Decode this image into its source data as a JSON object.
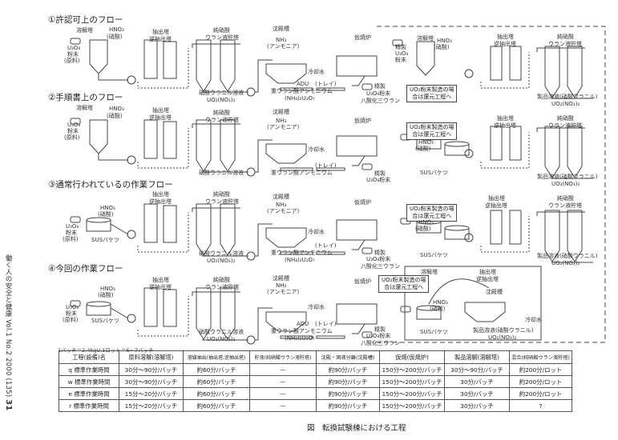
{
  "sections": [
    {
      "id": "1",
      "title": "①許認可上のフロー"
    },
    {
      "id": "2",
      "title": "②手順書上のフロー"
    },
    {
      "id": "3",
      "title": "③通常行われているの作業フロー"
    },
    {
      "id": "4",
      "title": "④今回の作業フロー"
    }
  ],
  "labels": {
    "dissolution_tank": "溶解塔",
    "hno3": "HNO₃",
    "nitric_acid": "(硝酸)",
    "u3o8": "U₃O₈",
    "powder": "粉末",
    "raw_material": "(原料)",
    "extraction_tower_1": "抽出塔",
    "extraction_tower_2": "逆抽出塔",
    "pure_storage_1": "純硝酸",
    "pure_storage_2": "ウラン液貯塔",
    "uranyl_solution": "硝酸ウラニル溶液",
    "uo2no3": "UO₂(NO₃)₂",
    "precip_tank": "沈殿槽",
    "nh3": "NH₃",
    "ammonia": "(アンモニア)",
    "cooling_water": "冷却水",
    "adu": "ADU",
    "tray": "(トレイ)",
    "adu_name": "重ウラン酸アンモニウム",
    "adu_formula": "(NH₄)₂U₂O₇",
    "calciner": "仮焼炉",
    "refined": "精製",
    "u3o8_powder": "U₃O₈粉末",
    "triuranium_octoxide": "八酸化三ウラン",
    "uo2_note_1": "UO₂粉末製造の場",
    "uo2_note_2": "合は還元工程へ",
    "sus_bucket": "SUSバケツ",
    "product_solution": "製品溶液(硝酸ウラニル)"
  },
  "side_text": {
    "journal": "働く人の安全と健康 Vol.1 No.2 2000 (135)",
    "page": "31"
  },
  "table": {
    "note": "1バッチ＝2.4kgU,1ロット＝6〜7バッチ",
    "headers": [
      "工程(設備)名",
      "原料溶解(溶解塔)",
      "溶媒抽出(抽出塔,逆抽出塔)",
      "貯液(純硝酸ウラン液貯塔)",
      "沈殿・固液分離(沈殿槽)",
      "仮焼(仮焼炉)",
      "製品溶解(溶解塔)",
      "混合(純硝酸ウラン液貯塔)"
    ],
    "rows": [
      [
        "q 標準作業時間",
        "30分〜90分/バッチ",
        "約60分/バッチ",
        "—",
        "約90分/バッチ",
        "150分〜200分/バッチ",
        "30分〜90分/バッチ",
        "約200分/ロット"
      ],
      [
        "w 標準作業時間",
        "30分〜90分/バッチ",
        "約60分/バッチ",
        "—",
        "約90分/バッチ",
        "150分〜200分/バッチ",
        "30分/バッチ",
        "約200分/ロット"
      ],
      [
        "e 標準作業時間",
        "15分〜20分/バッチ",
        "約60分/バッチ",
        "—",
        "約90分/バッチ",
        "150分〜200分/バッチ",
        "30分/バッチ",
        "約200分/ロット"
      ],
      [
        "r 標準作業時間",
        "15分〜20分/バッチ",
        "約60分/バッチ",
        "—",
        "約90分/バッチ",
        "150分〜200分/バッチ",
        "30分/バッチ",
        "?"
      ]
    ]
  },
  "caption": "図　転換試験棟における工程"
}
